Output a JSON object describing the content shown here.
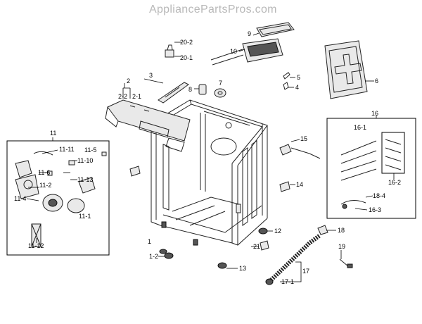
{
  "watermark": "AppliancePartsPros.com",
  "callouts": {
    "c1": "1",
    "c1_2": "1-2",
    "c2": "2",
    "c2_1": "2-1",
    "c2_2": "2-2",
    "c3": "3",
    "c4": "4",
    "c5": "5",
    "c6": "6",
    "c7": "7",
    "c8": "8",
    "c9": "9",
    "c10": "10",
    "c11": "11",
    "c11_1": "11-1",
    "c11_2": "11-2",
    "c11_4": "11-4",
    "c11_5": "11-5",
    "c11_6": "11-6",
    "c11_10": "11-10",
    "c11_11": "11-11",
    "c11_12": "11-12",
    "c11_13": "11-13",
    "c12": "12",
    "c13": "13",
    "c14": "14",
    "c15": "15",
    "c16": "16",
    "c16_1": "16-1",
    "c16_2": "16-2",
    "c16_3": "16-3",
    "c17": "17",
    "c17_1": "17-1",
    "c18": "18",
    "c18_4": "18-4",
    "c19": "19",
    "c20_1": "20-1",
    "c20_2": "20-2",
    "c21": "21"
  }
}
